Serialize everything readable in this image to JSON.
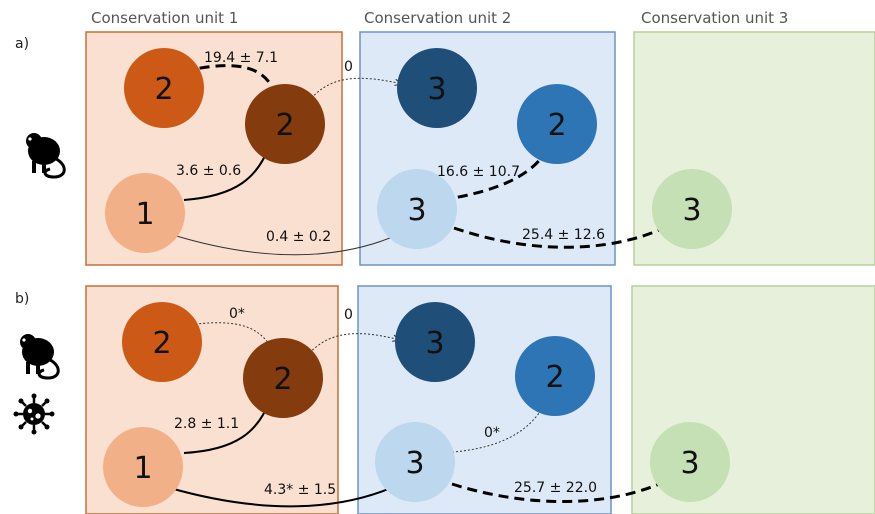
{
  "units": {
    "u1": "Conservation unit 1",
    "u2": "Conservation unit 2",
    "u3": "Conservation unit 3"
  },
  "panels": {
    "a": {
      "label": "a)",
      "nodes": {
        "n1": "1",
        "n2a": "2",
        "n2b": "2",
        "n3a": "3",
        "n2c": "2",
        "n3b": "3",
        "n3c": "3"
      },
      "edges": {
        "e_2b_2a": "19.4 ± 7.1",
        "e_2b_3a": "0",
        "e_1_2b": "3.6 ± 0.6",
        "e_1_3b": "0.4 ± 0.2",
        "e_3b_2c": "16.6 ± 10.7",
        "e_3b_3c": "25.4 ± 12.6"
      }
    },
    "b": {
      "label": "b)",
      "nodes": {
        "n1": "1",
        "n2a": "2",
        "n2b": "2",
        "n3a": "3",
        "n2c": "2",
        "n3b": "3",
        "n3c": "3"
      },
      "edges": {
        "e_2b_2a": "0*",
        "e_2b_3a": "0",
        "e_1_2b": "2.8 ± 1.1",
        "e_1_3b": "4.3* ± 1.5",
        "e_3b_2c": "0*",
        "e_3b_3c": "25.7 ± 22.0"
      }
    }
  },
  "colors": {
    "unit1_bg": "#f9e0d0",
    "unit1_border": "#c5713a",
    "unit2_bg": "#dde9f6",
    "unit2_border": "#6f93c4",
    "unit3_bg": "#e6f0da",
    "unit3_border": "#b7cf9c",
    "node1": "#f2b088",
    "node2_light": "#cc5a16",
    "node2_dark": "#843b0d",
    "node3_dark": "#1f4e79",
    "node2_blue": "#2e75b6",
    "node3_light": "#bdd7ee",
    "node3_green": "#c5e0b4"
  },
  "icons": [
    "tamarin-icon",
    "tamarin-icon",
    "virus-icon"
  ]
}
